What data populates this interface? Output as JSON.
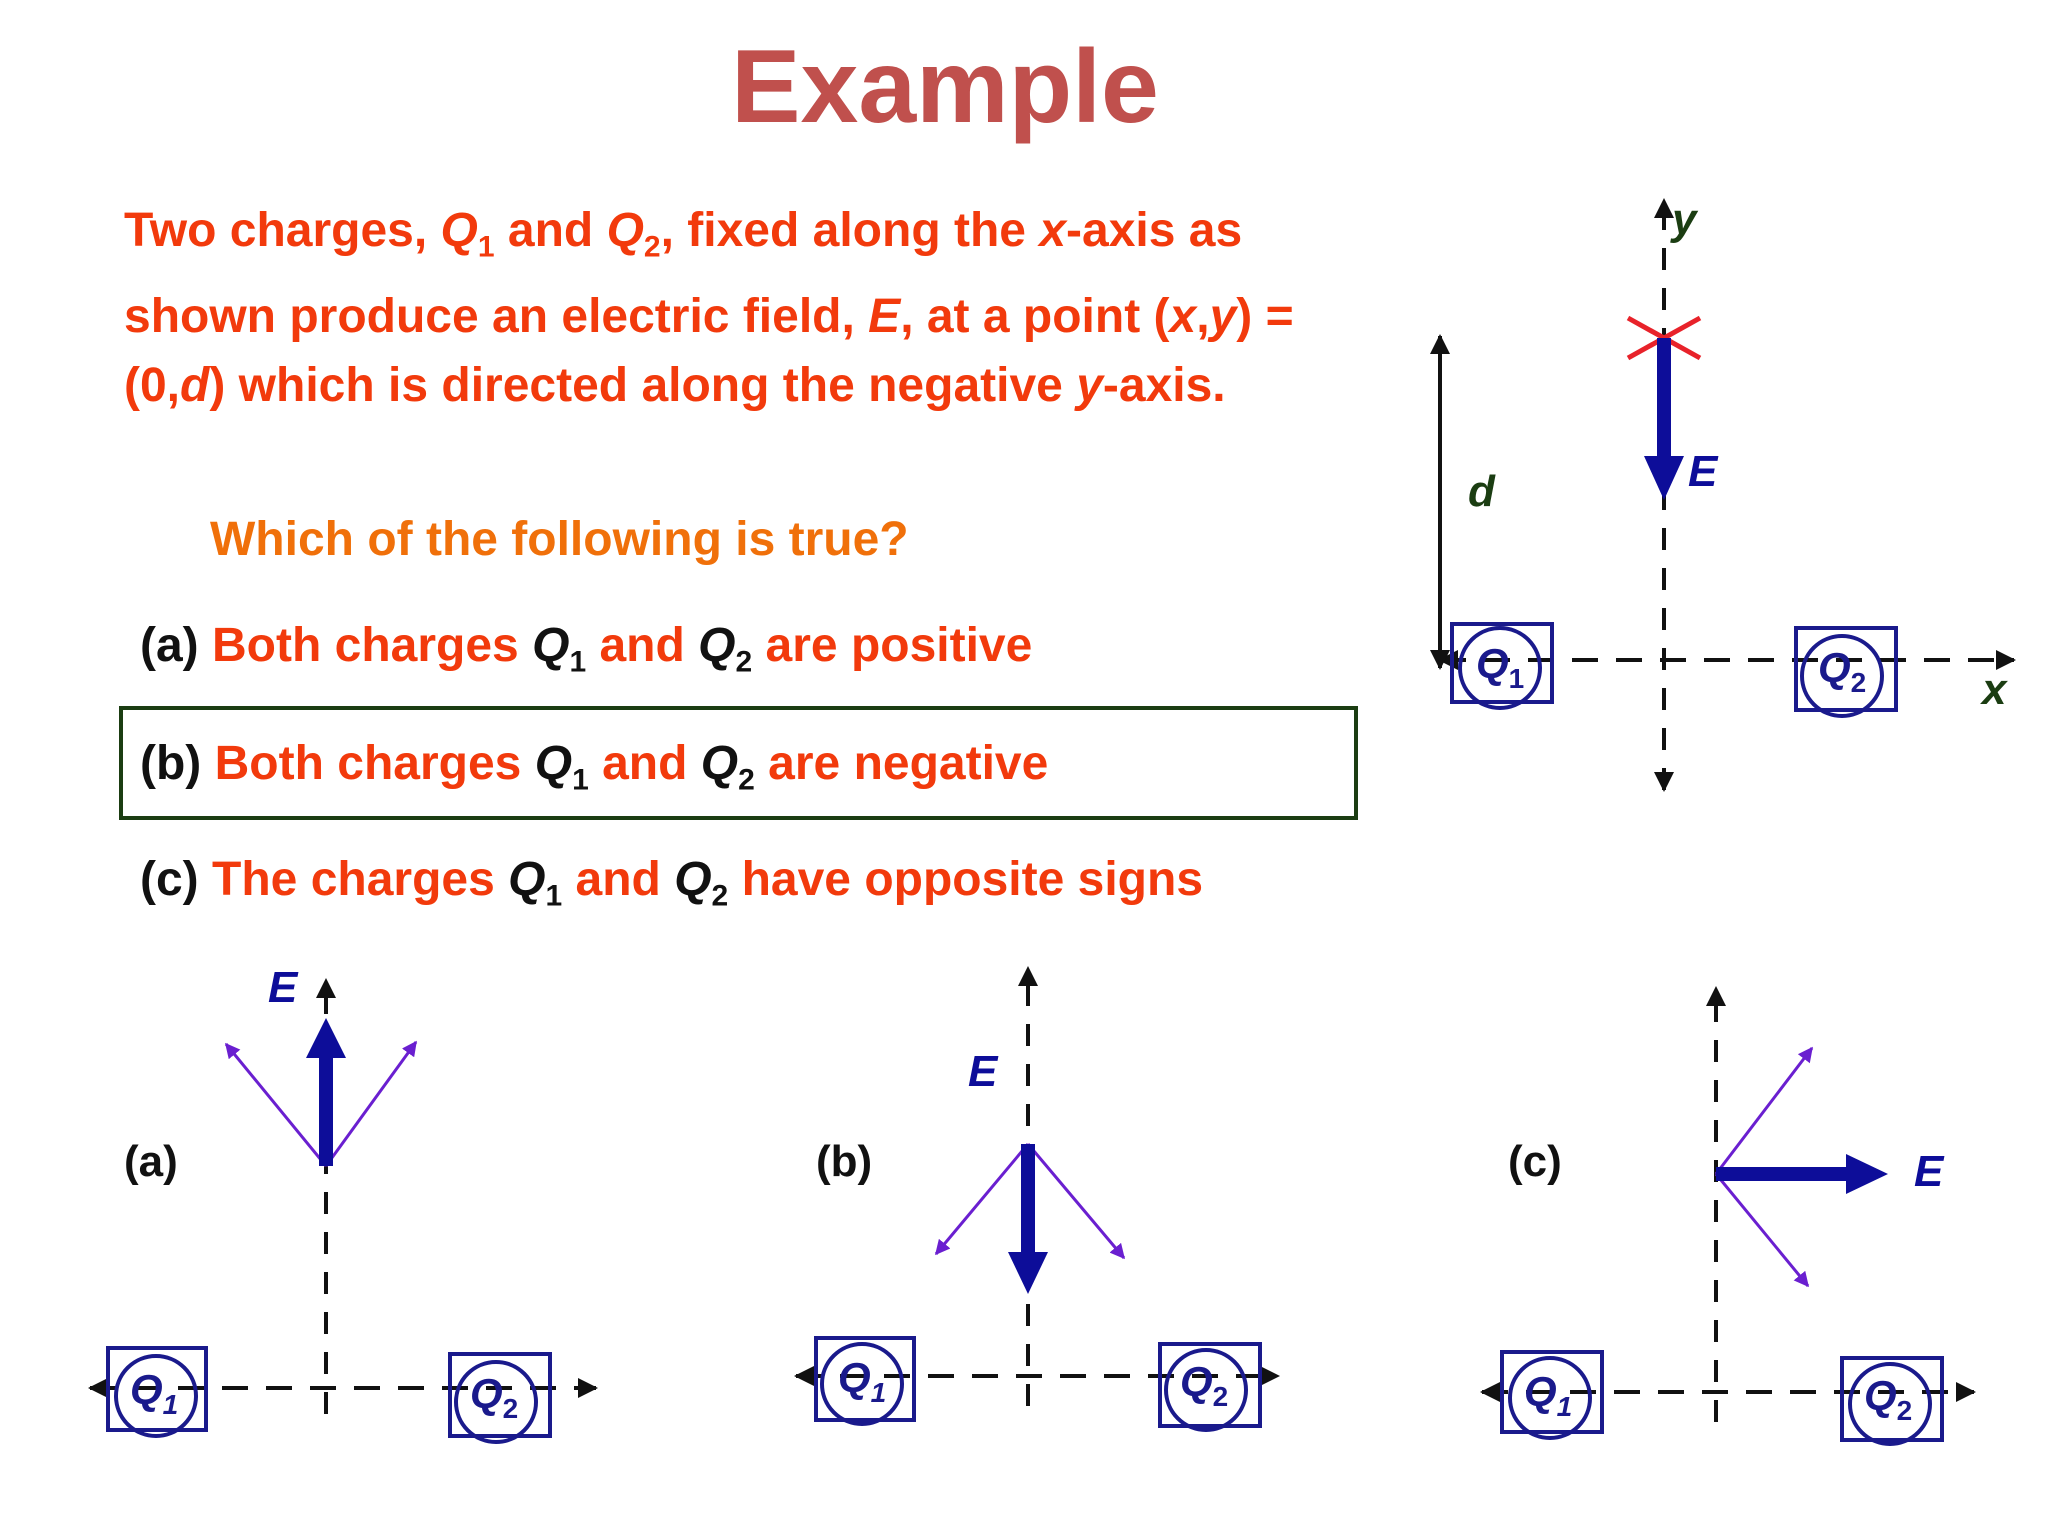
{
  "title": "Example",
  "problem": {
    "p1": "Two charges, ",
    "q1": "Q",
    "q1_sub": "1",
    "p2": " and ",
    "q2": "Q",
    "q2_sub": "2",
    "p3": ", fixed along the ",
    "x_it": "x",
    "p4": "-axis as shown produce an electric field, ",
    "e_it": "E",
    "p5": ", at a point (",
    "xy_x": "x",
    "comma": ",",
    "xy_y": "y",
    "p6": ") = (0,",
    "d_it": "d",
    "p7": ") which is directed along the negative ",
    "y_it": "y",
    "p8": "-axis."
  },
  "question": "Which of the following is true?",
  "options": [
    {
      "letter": "(a)",
      "t1": "Both charges",
      "q1": "Q",
      "sub1": "1",
      "t2": "and",
      "q2": "Q",
      "sub2": "2",
      "t3": "are positive"
    },
    {
      "letter": "(b)",
      "t1": "Both charges",
      "q1": "Q",
      "sub1": "1",
      "t2": "and",
      "q2": "Q",
      "sub2": "2",
      "t3": "are negative"
    },
    {
      "letter": "(c)",
      "t1": "The charges",
      "q1": "Q",
      "sub1": "1",
      "t2": "and",
      "q2": "Q",
      "sub2": "2",
      "t3": "have opposite signs"
    }
  ],
  "diagram": {
    "axis_x": "x",
    "axis_y": "y",
    "distance": "d",
    "field": "E",
    "charge_q": "Q",
    "sub1": "1",
    "sub2": "2"
  },
  "cases": [
    {
      "label": "(a)",
      "field": "E"
    },
    {
      "label": "(b)",
      "field": "E"
    },
    {
      "label": "(c)",
      "field": "E"
    }
  ],
  "colors": {
    "title": "#c0504d",
    "text": "#f23a0c",
    "question": "#f0700a",
    "charge": "#1a1a8c",
    "field": "#0d0d99",
    "components": "#6a1fd0",
    "marker": "#e8222a",
    "axis_label": "#1b3d12",
    "answer_box": "#1b3d12"
  }
}
